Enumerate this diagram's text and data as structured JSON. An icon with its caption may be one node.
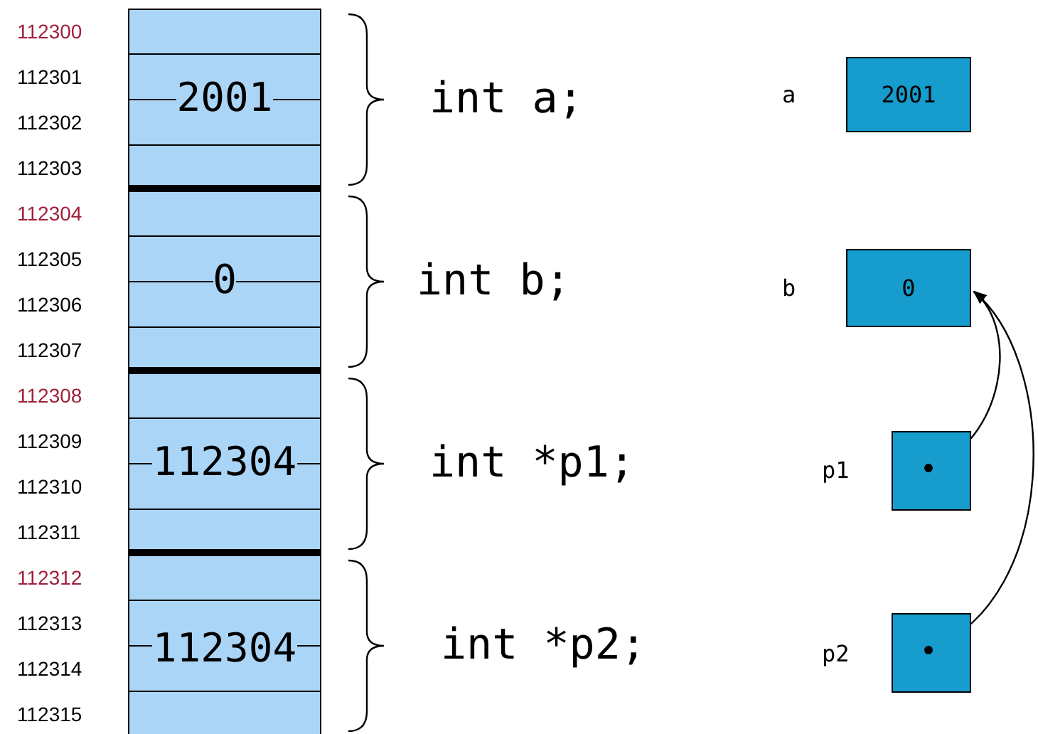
{
  "diagram": {
    "nodes": [
      {
        "text": [
          "2001"
        ]
      },
      {
        "text": [
          "0"
        ]
      },
      {
        "text": [
          "112304"
        ]
      },
      {
        "text": [
          "112304"
        ]
      },
      {
        "text": [
          "2001"
        ],
        "beside": [
          "a"
        ]
      },
      {
        "text": [
          "0"
        ],
        "beside": [
          "b"
        ]
      },
      {
        "text": [],
        "shape": "box",
        "beside": [
          "p1"
        ]
      },
      {
        "text": [],
        "shape": "circle",
        "in": 6
      },
      {
        "text": [],
        "shape": "box",
        "beside": [
          "p2"
        ]
      },
      {
        "text": [],
        "shape": "circle",
        "in": 8
      }
    ],
    "edges": [
      {
        "from": 7,
        "to": 5,
        "arrow": "to"
      },
      {
        "from": 9,
        "to": 5,
        "arrow": "to"
      }
    ],
    "labels": [
      "112300",
      "112301",
      "112302",
      "112303",
      "112304",
      "112305",
      "112306",
      "112307",
      "112308",
      "112309",
      "112310",
      "112311",
      "112312",
      "112313",
      "112314",
      "112315",
      "int a;",
      "int b;",
      "int *p1;",
      "int *p2;"
    ]
  }
}
